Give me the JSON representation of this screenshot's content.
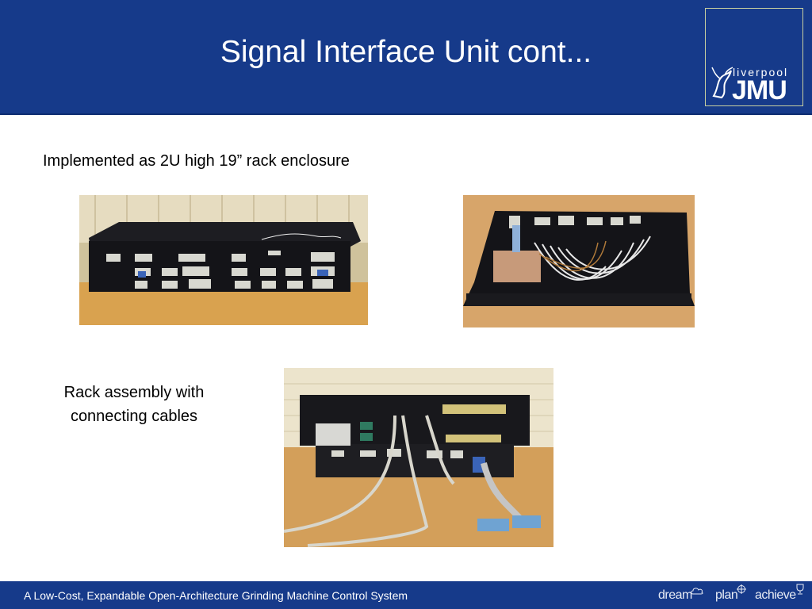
{
  "header": {
    "title": "Signal Interface Unit cont...",
    "logo": {
      "small_text": "liverpool",
      "big_text": "JMU",
      "icon": "liver-bird-icon"
    }
  },
  "content": {
    "text1": "Implemented as 2U high 19” rack enclosure",
    "text2_line1": "Rack assembly with",
    "text2_line2": "connecting cables",
    "photos": [
      {
        "name": "enclosure-front-photo",
        "subject": "rack enclosure front panel with connectors"
      },
      {
        "name": "enclosure-internal-wiring-photo",
        "subject": "open enclosure with internal wiring"
      },
      {
        "name": "rack-assembly-cables-photo",
        "subject": "rack assembly with connecting cables"
      }
    ]
  },
  "footer": {
    "text": "A Low-Cost, Expandable Open-Architecture Grinding Machine Control System",
    "tags": [
      "dream",
      "plan",
      "achieve"
    ],
    "tag_icons": [
      "cloud-icon",
      "crosshair-icon",
      "trophy-icon"
    ]
  },
  "colors": {
    "header_bg": "#163a8a",
    "footer_bg": "#163a8a",
    "text": "#000000",
    "title": "#ffffff"
  }
}
